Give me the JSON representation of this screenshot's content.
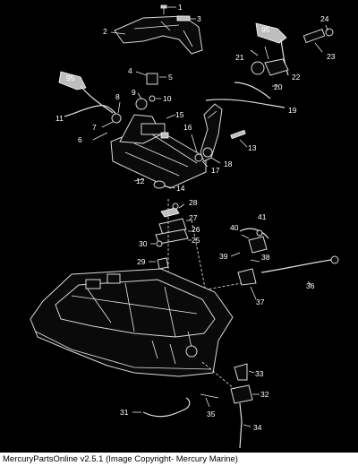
{
  "diagram": {
    "callouts": [
      "1",
      "2",
      "3",
      "4",
      "5",
      "6",
      "7",
      "8",
      "9",
      "10",
      "11",
      "12",
      "13",
      "14",
      "15",
      "16",
      "17",
      "18",
      "19",
      "20",
      "21",
      "22",
      "23",
      "24",
      "25",
      "26",
      "27",
      "28",
      "29",
      "30",
      "31",
      "32",
      "33",
      "34",
      "35",
      "36",
      "37",
      "38",
      "39",
      "40",
      "41"
    ],
    "grease_tag": "95"
  },
  "footer": {
    "caption": "MercuryPartsOnline v2.5.1 (Image Copyright- Mercury Marine)"
  }
}
